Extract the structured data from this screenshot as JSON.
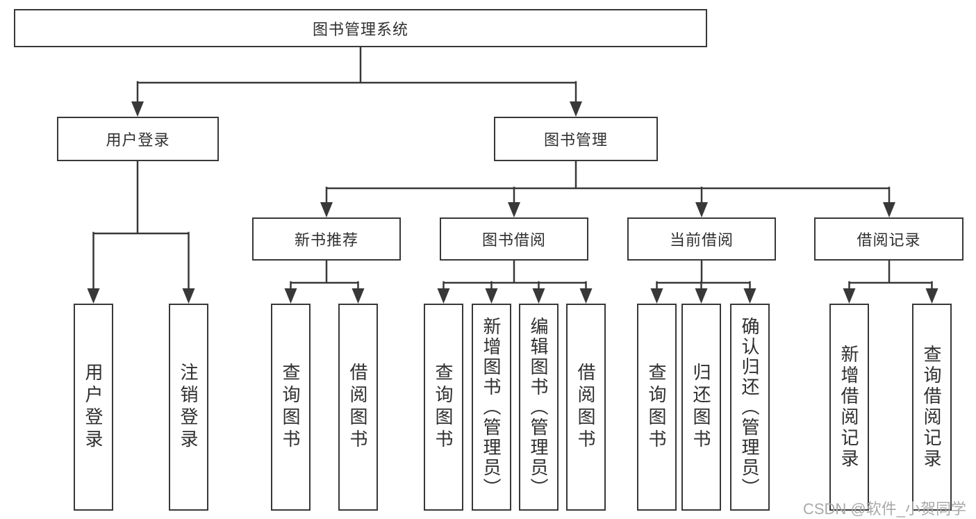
{
  "tree": {
    "label": "图书管理系统",
    "children": [
      {
        "label": "用户登录",
        "children": [
          {
            "label": "用户登录"
          },
          {
            "label": "注销登录"
          }
        ]
      },
      {
        "label": "图书管理",
        "children": [
          {
            "label": "新书推荐",
            "children": [
              {
                "label": "查询图书"
              },
              {
                "label": "借阅图书"
              }
            ]
          },
          {
            "label": "图书借阅",
            "children": [
              {
                "label": "查询图书"
              },
              {
                "label": "新增图书（管理员）"
              },
              {
                "label": "编辑图书（管理员）"
              },
              {
                "label": "借阅图书"
              }
            ]
          },
          {
            "label": "当前借阅",
            "children": [
              {
                "label": "查询图书"
              },
              {
                "label": "归还图书"
              },
              {
                "label": "确认归还（管理员）"
              }
            ]
          },
          {
            "label": "借阅记录",
            "children": [
              {
                "label": "新增借阅记录"
              },
              {
                "label": "查询借阅记录"
              }
            ]
          }
        ]
      }
    ]
  },
  "watermark": {
    "text": "CSDN @软件_小贺同学"
  },
  "colors": {
    "line": "#383838",
    "text": "#2f2f2f",
    "background": "#ffffff",
    "watermark": "#a9a9a9"
  }
}
